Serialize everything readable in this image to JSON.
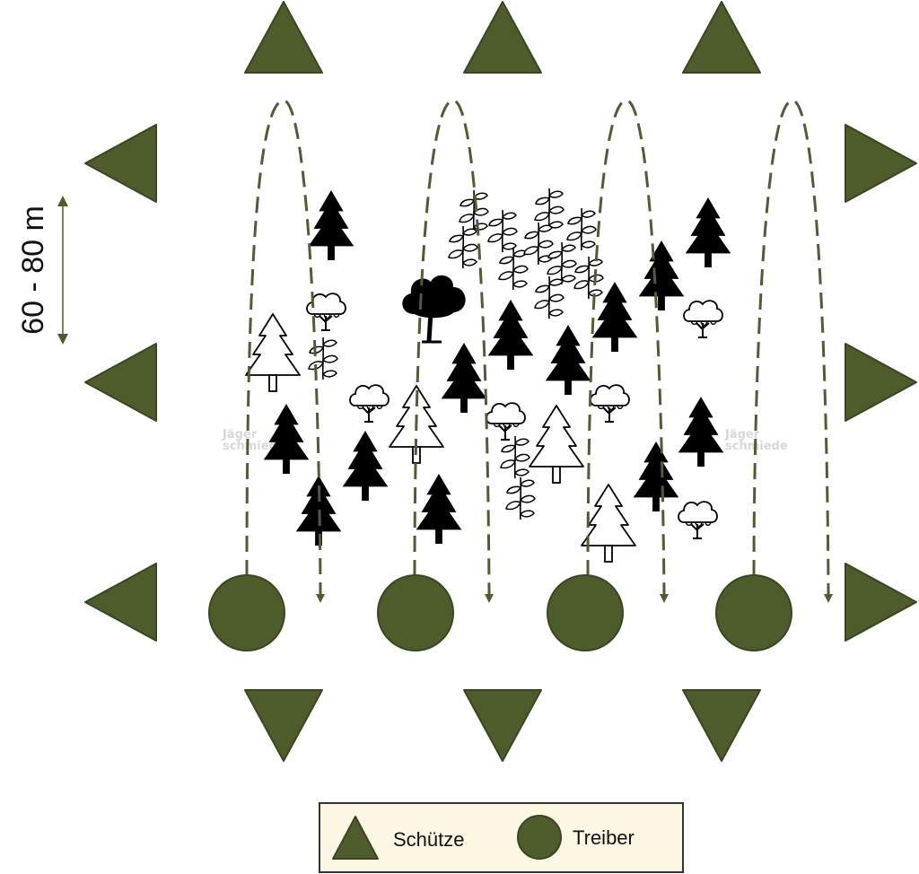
{
  "scale": {
    "label": "60 - 80 m"
  },
  "legend": {
    "shooter_label": "Schütze",
    "driver_label": "Treiber"
  },
  "watermark": {
    "line1": "Jäger",
    "line2": "schmiede"
  },
  "colors": {
    "olive": "#4e5c2c",
    "olive_stroke": "#3b4621",
    "path": "#555a35",
    "legend_bg": "#fcf8e3",
    "legend_border": "#333333",
    "tree_dark": "#000000"
  },
  "icons": {
    "shooter": "triangle",
    "driver": "circle",
    "trees": [
      "conifer-solid",
      "conifer-outline",
      "deciduous-tree",
      "bush",
      "leafy-plant"
    ]
  }
}
